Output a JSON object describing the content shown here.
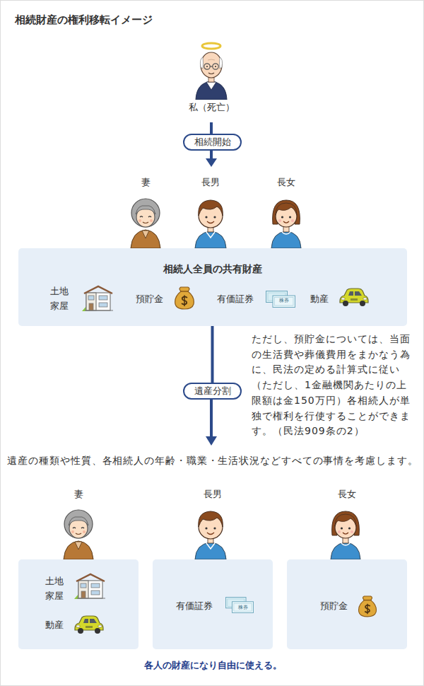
{
  "diagram": {
    "title": "相続財産の権利移転イメージ",
    "caption": "各人の財産になり自由に使える。",
    "nodes": [
      {
        "text": [
          "相続開始"
        ]
      },
      {
        "text": [
          "相続人全員の共有財産",
          "土地 家屋",
          "預貯金",
          "有価証券",
          "動産"
        ]
      },
      {
        "text": [
          "遺産分割"
        ]
      },
      {
        "text": [
          "妻",
          "土地 家屋",
          "動産"
        ]
      },
      {
        "text": [
          "長男",
          "有価証券"
        ]
      },
      {
        "text": [
          "長女",
          "預貯金"
        ]
      }
    ],
    "edges": [
      {
        "from": 1,
        "to": 2,
        "arrow": "none"
      }
    ],
    "labels": [
      "私（死亡）",
      "妻",
      "長男",
      "長女",
      "株券",
      "ただし、預貯金については、当面の生活費や葬儀費用をまかなう為に、民法の定める計算式に従い（ただし、1金融機関あたりの上限額は金150万円）各相続人が単独で権利を行使することができます。（民法909条の2）",
      "遺産の種類や性質、各相続人の年齢・職業・生活状況などすべての事情を考慮します。",
      "株券"
    ]
  }
}
